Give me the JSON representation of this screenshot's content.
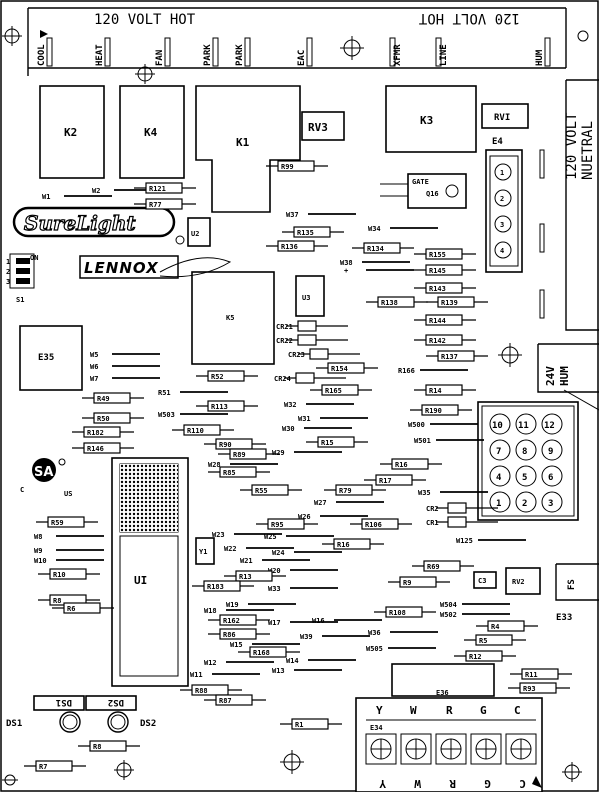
{
  "header": {
    "left_title": "120 VOLT HOT",
    "right_title": "120 VOLT HOT"
  },
  "terminals_top": [
    "COOL",
    "HEAT",
    "FAN",
    "PARK",
    "PARK",
    "EAC",
    "XFMR",
    "LINE",
    "HUM"
  ],
  "relays": {
    "k1": "K1",
    "k2": "K2",
    "k3": "K3",
    "k4": "K4",
    "k5": "K5"
  },
  "right_side": {
    "label_line1": "120 VOLT",
    "label_line2": "NUETRAL"
  },
  "chips": {
    "u1": "UI",
    "u2": "U2",
    "u3": "U3",
    "q16": "Q16",
    "gate": "GATE",
    "y1": "Y1",
    "s1": "S1",
    "on": "ON"
  },
  "misc": {
    "rv1": "RVI",
    "rv2": "RV2",
    "rv3": "RV3",
    "e4": "E4",
    "e33": "E33",
    "e34": "E34",
    "e35": "E35",
    "e36": "E36",
    "c3": "C3",
    "fs": "FS",
    "hum24_a": "24V",
    "hum24_b": "HUM"
  },
  "brand": {
    "logo": "SureLight",
    "lennox": "LENNOX",
    "csa": "SA",
    "csa_c": "C",
    "csa_us": "US"
  },
  "dip_numbers": [
    "1",
    "2",
    "3"
  ],
  "connector_e4": [
    "1",
    "2",
    "3",
    "4"
  ],
  "connector_12": [
    "10",
    "11",
    "12",
    "7",
    "8",
    "9",
    "4",
    "5",
    "6",
    "1",
    "2",
    "3"
  ],
  "bottom_terminals_top": [
    "Y",
    "W",
    "R",
    "G",
    "C"
  ],
  "bottom_terminals_bottom": [
    "Y",
    "W",
    "R",
    "G",
    "C"
  ],
  "leds": {
    "ds1_a": "DS1",
    "ds1_b": "DS1",
    "ds2_a": "DS2",
    "ds2_b": "DS2"
  },
  "resistors": [
    "W1",
    "W2",
    "R121",
    "R77",
    "W37",
    "R135",
    "R136",
    "W34",
    "R134",
    "W38",
    "R155",
    "R145",
    "R143",
    "R138",
    "R139",
    "R144",
    "R142",
    "R137",
    "W5",
    "W6",
    "W7",
    "R49",
    "R50",
    "R52",
    "R51",
    "R113",
    "W503",
    "R110",
    "R182",
    "R146",
    "CR21",
    "CR22",
    "CR23",
    "R154",
    "CR24",
    "R165",
    "R166",
    "R14",
    "R190",
    "W500",
    "W501",
    "W32",
    "W31",
    "W30",
    "R15",
    "W29",
    "R90",
    "R89",
    "W28",
    "R85",
    "R55",
    "R16",
    "R17",
    "R79",
    "W27",
    "W35",
    "CR2",
    "CR1",
    "W26",
    "R106",
    "W125",
    "R59",
    "W8",
    "W9",
    "W10",
    "R10",
    "W23",
    "R95",
    "W22",
    "W25",
    "R16",
    "W21",
    "W24",
    "W20",
    "R13",
    "R183",
    "W33",
    "R69",
    "R9",
    "R8",
    "R6",
    "W19",
    "W18",
    "R162",
    "W17",
    "W16",
    "R108",
    "W504",
    "W502",
    "R4",
    "R5",
    "R12",
    "R11",
    "R93",
    "W36",
    "W505",
    "W39",
    "R86",
    "W15",
    "R168",
    "W14",
    "W12",
    "W13",
    "W11",
    "R88",
    "R87",
    "R1",
    "R8",
    "R7",
    "R99",
    "+"
  ]
}
